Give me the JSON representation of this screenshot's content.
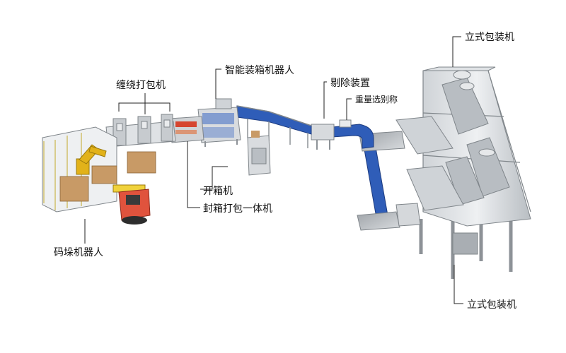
{
  "labels": {
    "vertical_packer_top": "立式包装机",
    "vertical_packer_bottom": "立式包装机",
    "smart_case_packer": "智能装箱机器人",
    "reject_device": "剔除装置",
    "checkweigher": "重量选别称",
    "stretch_wrapper": "缠绕打包机",
    "case_erector": "开箱机",
    "case_sealer": "封箱打包一体机",
    "palletizing_robot": "码垛机器人"
  },
  "colors": {
    "conveyor_belt": "#2f5db8",
    "frame": "#a7abb0",
    "robot_arm": "#e2b21a",
    "forklift_body": "#e0533d",
    "forklift_fork": "#f0d23c",
    "pallet_box": "#c89a66",
    "leader_line": "#222222"
  }
}
